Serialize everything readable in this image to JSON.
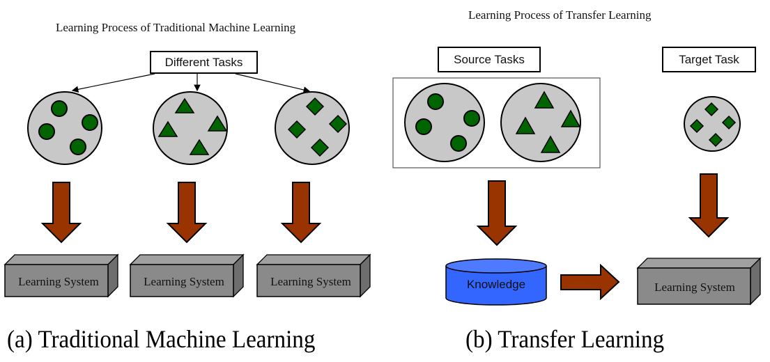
{
  "left_panel": {
    "title": "Learning Process of Traditional Machine Learning",
    "tasks_box": "Different Tasks",
    "task_groups": [
      {
        "shape": "circle",
        "count": 4
      },
      {
        "shape": "triangle",
        "count": 4
      },
      {
        "shape": "diamond",
        "count": 4
      }
    ],
    "learning_systems": [
      "Learning System",
      "Learning System",
      "Learning System"
    ],
    "caption": "(a) Traditional Machine Learning"
  },
  "right_panel": {
    "title": "Learning Process of Transfer Learning",
    "source_box": "Source Tasks",
    "target_box": "Target Task",
    "source_groups": [
      {
        "shape": "circle",
        "count": 4
      },
      {
        "shape": "triangle",
        "count": 4
      }
    ],
    "target_group": {
      "shape": "diamond",
      "count": 4
    },
    "knowledge": "Knowledge",
    "learning_system": "Learning System",
    "caption": "(b) Transfer Learning"
  },
  "colors": {
    "task_fill": "#c8c8c8",
    "item_fill": "#006400",
    "arrow_fill": "#993300",
    "box3d_front": "#8a8a8a",
    "box3d_top": "#a0a0a0",
    "box3d_side": "#6e6e6e",
    "knowledge_fill": "#3366ff"
  }
}
